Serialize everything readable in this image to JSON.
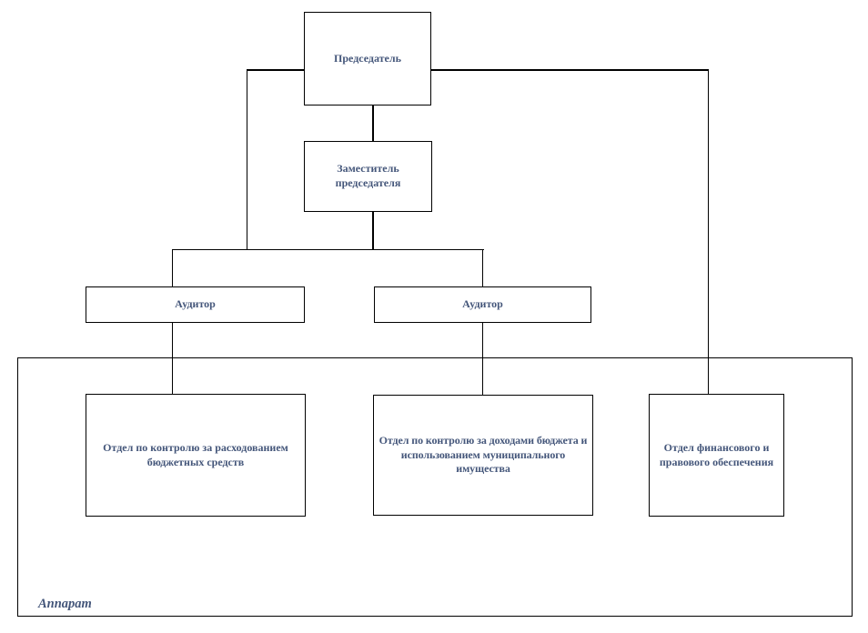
{
  "diagram": {
    "type": "org-chart",
    "background": "#FFFFFF",
    "colors": {
      "node_text": "#44567A",
      "node_border": "#000000",
      "connector": "#000000",
      "node_fill": "#FFFFFF"
    },
    "nodes": [
      {
        "id": "chairman",
        "label": "Председатель"
      },
      {
        "id": "deputy-chairman",
        "label": "Заместитель председателя"
      },
      {
        "id": "auditor-left",
        "label": "Аудитор"
      },
      {
        "id": "auditor-right",
        "label": "Аудитор"
      },
      {
        "id": "dept-budget-expenditure-control",
        "label": "Отдел по контролю за расходованием бюджетных средств"
      },
      {
        "id": "dept-budget-revenue-municipal-property",
        "label": "Отдел по контролю за доходами бюджета и использованием муниципального имущества"
      },
      {
        "id": "dept-financial-legal-support",
        "label": "Отдел финансового и правового обеспечения"
      }
    ],
    "container": {
      "id": "apparatus",
      "label": "Аппарат",
      "contains": [
        "dept-budget-expenditure-control",
        "dept-budget-revenue-municipal-property",
        "dept-financial-legal-support"
      ]
    },
    "edges": [
      {
        "from": "chairman",
        "to": "deputy-chairman"
      },
      {
        "from": "chairman",
        "to": "auditor-left"
      },
      {
        "from": "chairman",
        "to": "auditor-right"
      },
      {
        "from": "chairman",
        "to": "dept-financial-legal-support"
      },
      {
        "from": "deputy-chairman",
        "to": "auditor-left"
      },
      {
        "from": "deputy-chairman",
        "to": "auditor-right"
      },
      {
        "from": "auditor-left",
        "to": "dept-budget-expenditure-control"
      },
      {
        "from": "auditor-right",
        "to": "dept-budget-revenue-municipal-property"
      }
    ]
  }
}
